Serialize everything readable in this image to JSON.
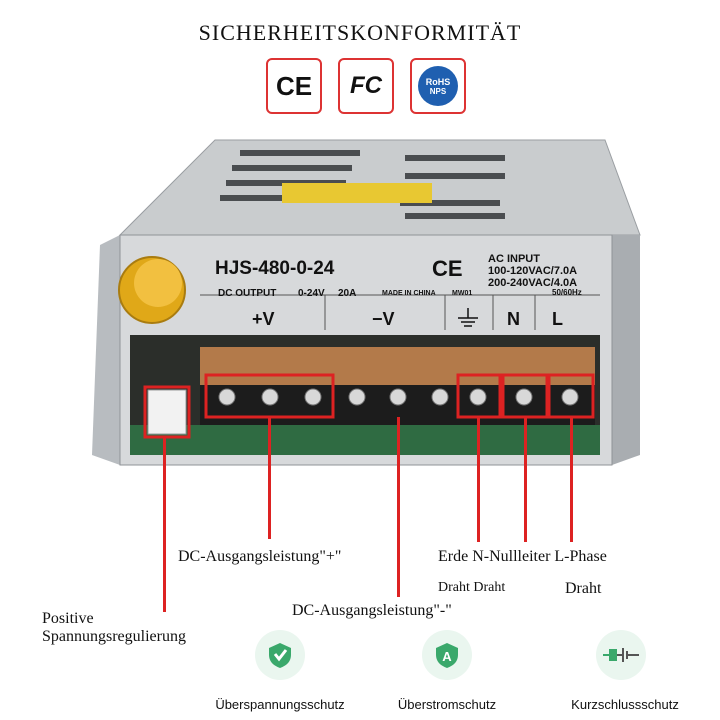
{
  "header": {
    "title": "SICHERHEITSKONFORMITÄT"
  },
  "certifications": [
    {
      "label": "CE"
    },
    {
      "label": "FC"
    },
    {
      "label_top": "RoHS",
      "label_bottom": "NPS"
    }
  ],
  "device_label": {
    "model": "HJS-480-0-24",
    "dc_output": "DC OUTPUT",
    "voltage_range": "0-24V",
    "current": "20A",
    "made_in": "MADE IN CHINA",
    "code": "MW01",
    "ce_mark": "CE",
    "ac_input": "AC INPUT",
    "ac_line1": "100-120VAC/7.0A",
    "ac_line2": "200-240VAC/4.0A",
    "frequency": "50/60Hz",
    "terminal_pos": "+V",
    "terminal_neg": "−V",
    "terminal_n": "N",
    "terminal_l": "L"
  },
  "callouts": {
    "dc_plus": "DC-Ausgangsleistung\"+\"",
    "dc_minus": "DC-Ausgangsleistung\"-\"",
    "earth_line": "Erde N-Nullleiter L-Phase",
    "wire_sub": "Draht Draht",
    "wire": "Draht",
    "positive_reg_1": "Positive",
    "positive_reg_2": "Spannungsregulierung"
  },
  "features": [
    {
      "label": "Überspannungsschutz",
      "icon": "shield-check-icon"
    },
    {
      "label": "Überstromschutz",
      "icon": "shield-a-icon"
    },
    {
      "label": "Kurzschlussschutz",
      "icon": "battery-icon"
    }
  ],
  "colors": {
    "accent": "#d22222",
    "feature_green": "#3aa86b",
    "knob": "#e0a818"
  }
}
